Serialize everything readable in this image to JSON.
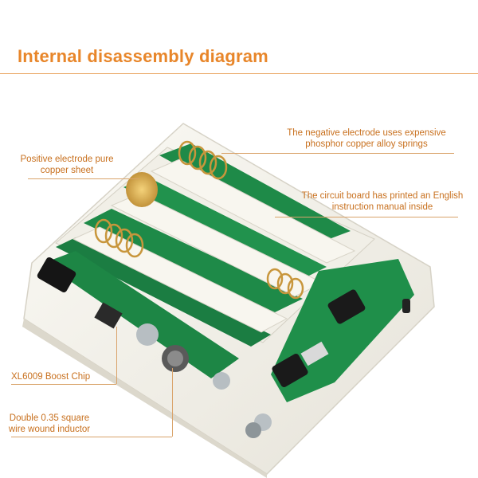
{
  "title": "Internal disassembly diagram",
  "labels": {
    "negative": "The negative electrode uses expensive phosphor copper alloy springs",
    "negative_line1": "The negative electrode uses expensive",
    "negative_line2": "phosphor copper alloy springs",
    "positive_line1": "Positive electrode pure",
    "positive_line2": "copper sheet",
    "circuit_line1": "The circuit board has printed an English",
    "circuit_line2": "instruction manual inside",
    "chip": "XL6009 Boost Chip",
    "inductor_line1": "Double 0.35 square",
    "inductor_line2": "wire wound inductor"
  },
  "colors": {
    "accent": "#e8862a",
    "case": "#f3f1ea",
    "pcb": "#1e8a48",
    "copper": "#c8963c"
  }
}
